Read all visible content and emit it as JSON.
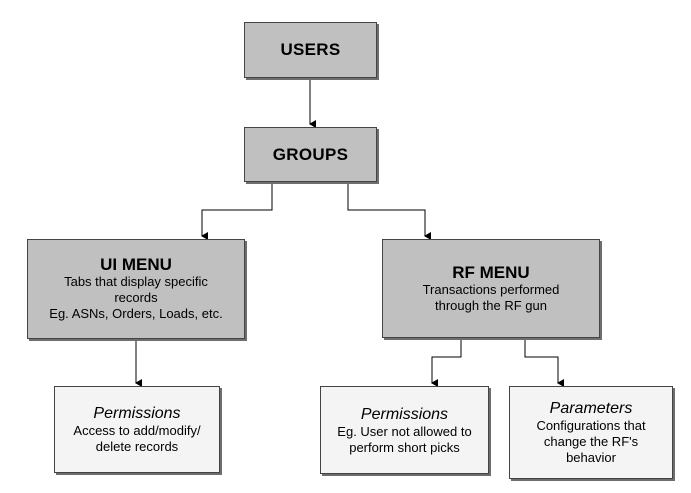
{
  "users": {
    "label": "USERS"
  },
  "groups": {
    "label": "GROUPS"
  },
  "ui_menu": {
    "title": "UI MENU",
    "description": "Tabs that display specific records",
    "line1": "Tabs that display specific",
    "line2": "records",
    "line3": "Eg. ASNs, Orders, Loads, etc."
  },
  "rf_menu": {
    "title": "RF MENU",
    "line1": "Transactions performed",
    "line2": "through the RF gun"
  },
  "ui_permissions": {
    "title": "Permissions",
    "line1": "Access to add/modify/",
    "line2": "delete records"
  },
  "rf_permissions": {
    "title": "Permissions",
    "line1": "Eg. User not allowed to",
    "line2": "perform short picks"
  },
  "rf_parameters": {
    "title": "Parameters",
    "line1": "Configurations that",
    "line2": "change the RF's",
    "line3": "behavior"
  }
}
